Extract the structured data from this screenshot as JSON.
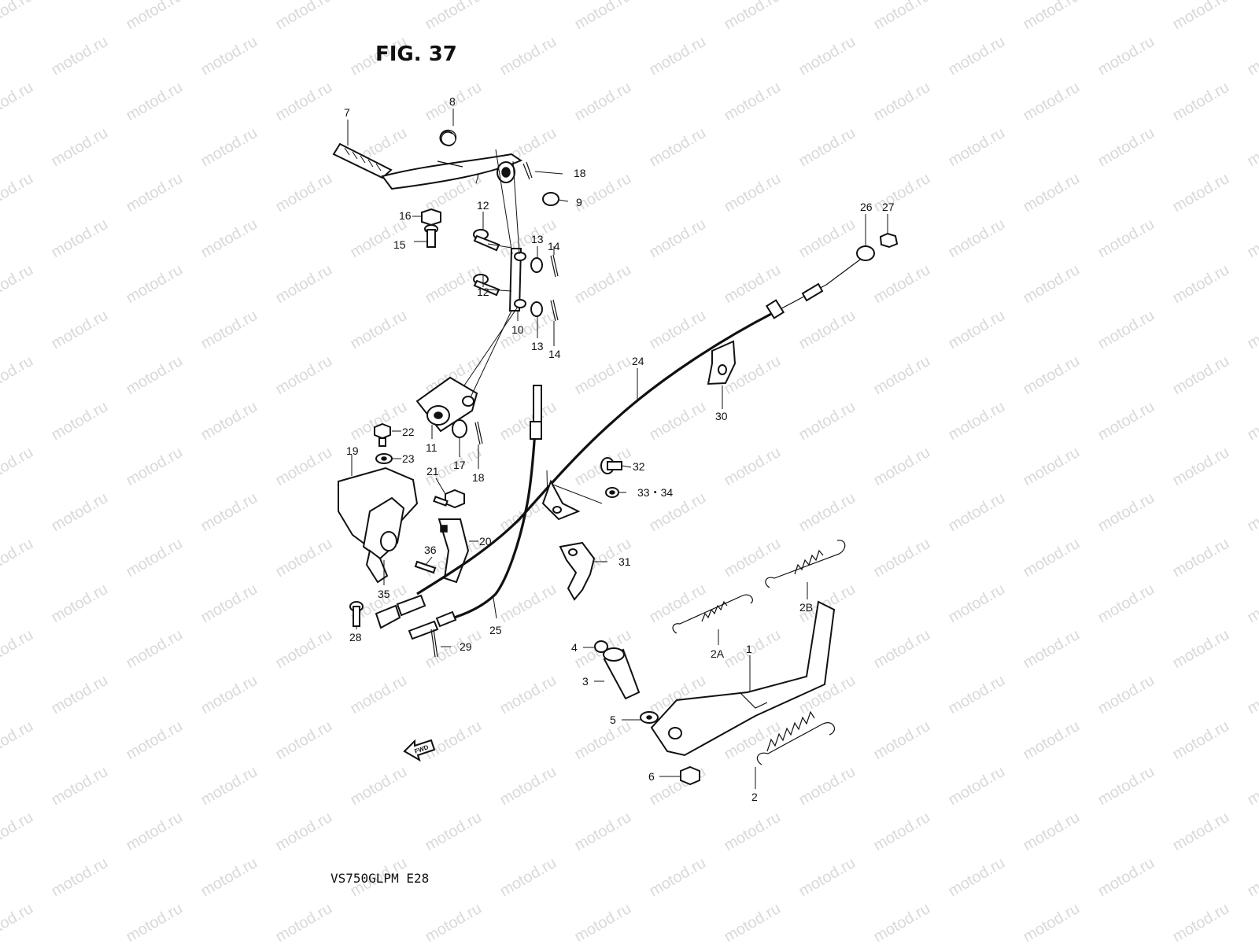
{
  "figure": {
    "title": "FIG. 37",
    "model_code": "VS750GLPM E28"
  },
  "watermark": "motod.ru",
  "fwd_arrow": {
    "label": "FWD"
  },
  "callouts": [
    {
      "id": "c7",
      "text": "7"
    },
    {
      "id": "c8",
      "text": "8"
    },
    {
      "id": "c18a",
      "text": "18"
    },
    {
      "id": "c9",
      "text": "9"
    },
    {
      "id": "c16",
      "text": "16"
    },
    {
      "id": "c15",
      "text": "15"
    },
    {
      "id": "c12a",
      "text": "12"
    },
    {
      "id": "c12b",
      "text": "12"
    },
    {
      "id": "c13a",
      "text": "13"
    },
    {
      "id": "c14a",
      "text": "14"
    },
    {
      "id": "c10",
      "text": "10"
    },
    {
      "id": "c13b",
      "text": "13"
    },
    {
      "id": "c14b",
      "text": "14"
    },
    {
      "id": "c11",
      "text": "11"
    },
    {
      "id": "c17",
      "text": "17"
    },
    {
      "id": "c18b",
      "text": "18"
    },
    {
      "id": "c22",
      "text": "22"
    },
    {
      "id": "c23",
      "text": "23"
    },
    {
      "id": "c19",
      "text": "19"
    },
    {
      "id": "c21",
      "text": "21"
    },
    {
      "id": "c20",
      "text": "20"
    },
    {
      "id": "c36",
      "text": "36"
    },
    {
      "id": "c35",
      "text": "35"
    },
    {
      "id": "c28",
      "text": "28"
    },
    {
      "id": "c29",
      "text": "29"
    },
    {
      "id": "c25",
      "text": "25"
    },
    {
      "id": "c24",
      "text": "24"
    },
    {
      "id": "c30",
      "text": "30"
    },
    {
      "id": "c32",
      "text": "32"
    },
    {
      "id": "c3334",
      "text": "33・34"
    },
    {
      "id": "c31",
      "text": "31"
    },
    {
      "id": "c26",
      "text": "26"
    },
    {
      "id": "c27",
      "text": "27"
    },
    {
      "id": "c4",
      "text": "4"
    },
    {
      "id": "c3",
      "text": "3"
    },
    {
      "id": "c5",
      "text": "5"
    },
    {
      "id": "c6",
      "text": "6"
    },
    {
      "id": "c1",
      "text": "1"
    },
    {
      "id": "c2",
      "text": "2"
    },
    {
      "id": "c2a",
      "text": "2A"
    },
    {
      "id": "c2b",
      "text": "2B"
    }
  ]
}
